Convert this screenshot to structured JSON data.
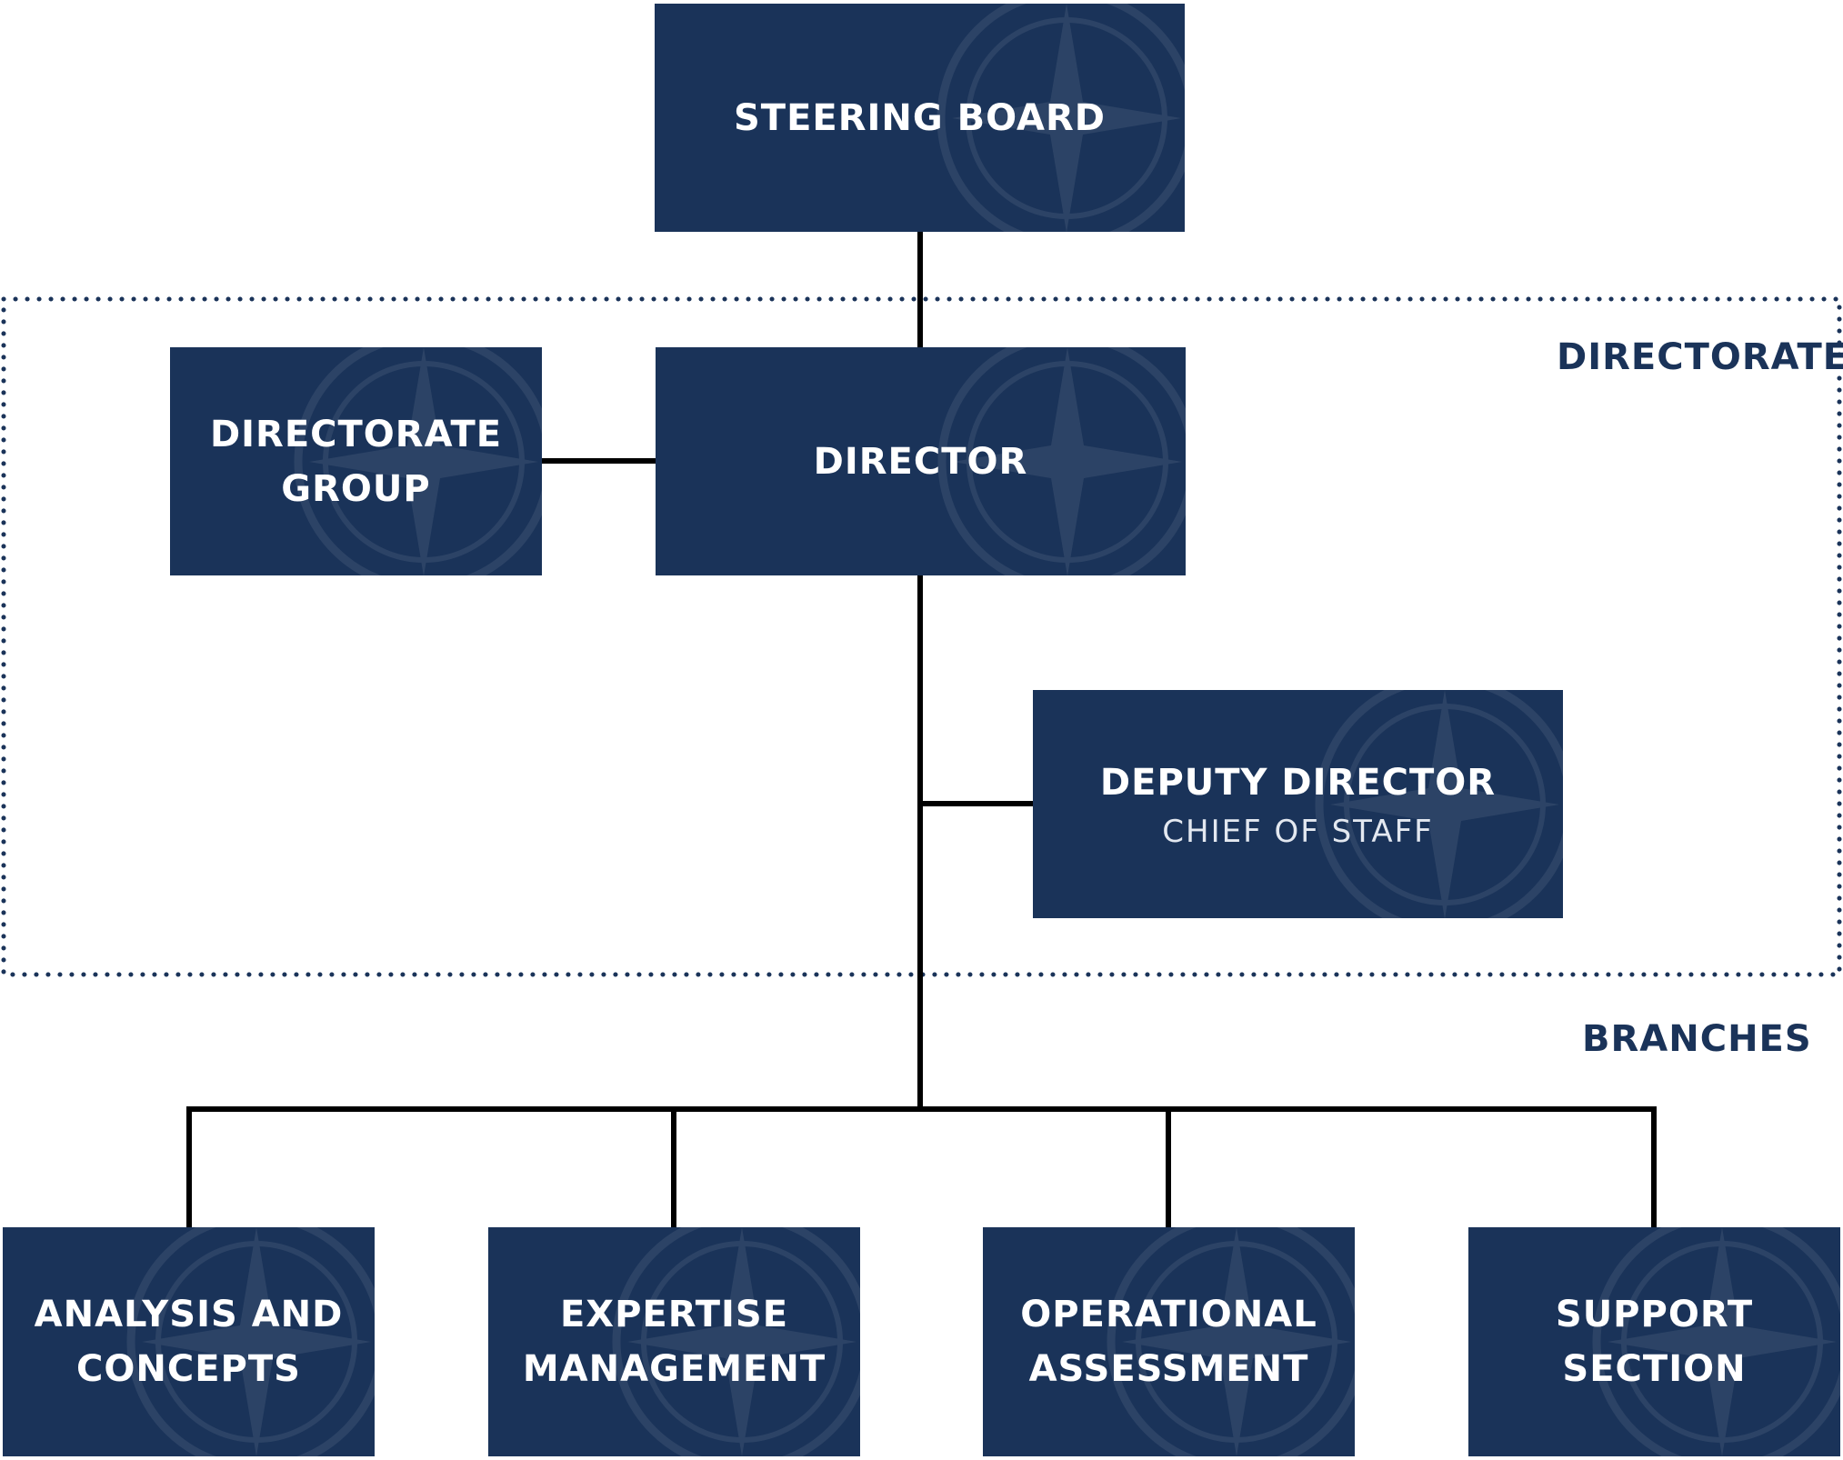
{
  "regions": {
    "directorate_label": "DIRECTORATE",
    "branches_label": "BRANCHES"
  },
  "boxes": {
    "steering_board": "STEERING BOARD",
    "directorate_group": "DIRECTORATE\nGROUP",
    "director": "DIRECTOR",
    "deputy_director": "DEPUTY DIRECTOR",
    "deputy_director_subtitle": "CHIEF OF STAFF",
    "analysis_and_concepts": "ANALYSIS AND\nCONCEPTS",
    "expertise_management": "EXPERTISE\nMANAGEMENT",
    "operational_assessment": "OPERATIONAL\nASSESSMENT",
    "support_section": "SUPPORT\nSECTION"
  },
  "colors": {
    "box_fill": "#1a3359",
    "box_text": "#ffffff",
    "connector": "#000000",
    "region_border": "#1a3359",
    "region_label": "#1a3359"
  }
}
